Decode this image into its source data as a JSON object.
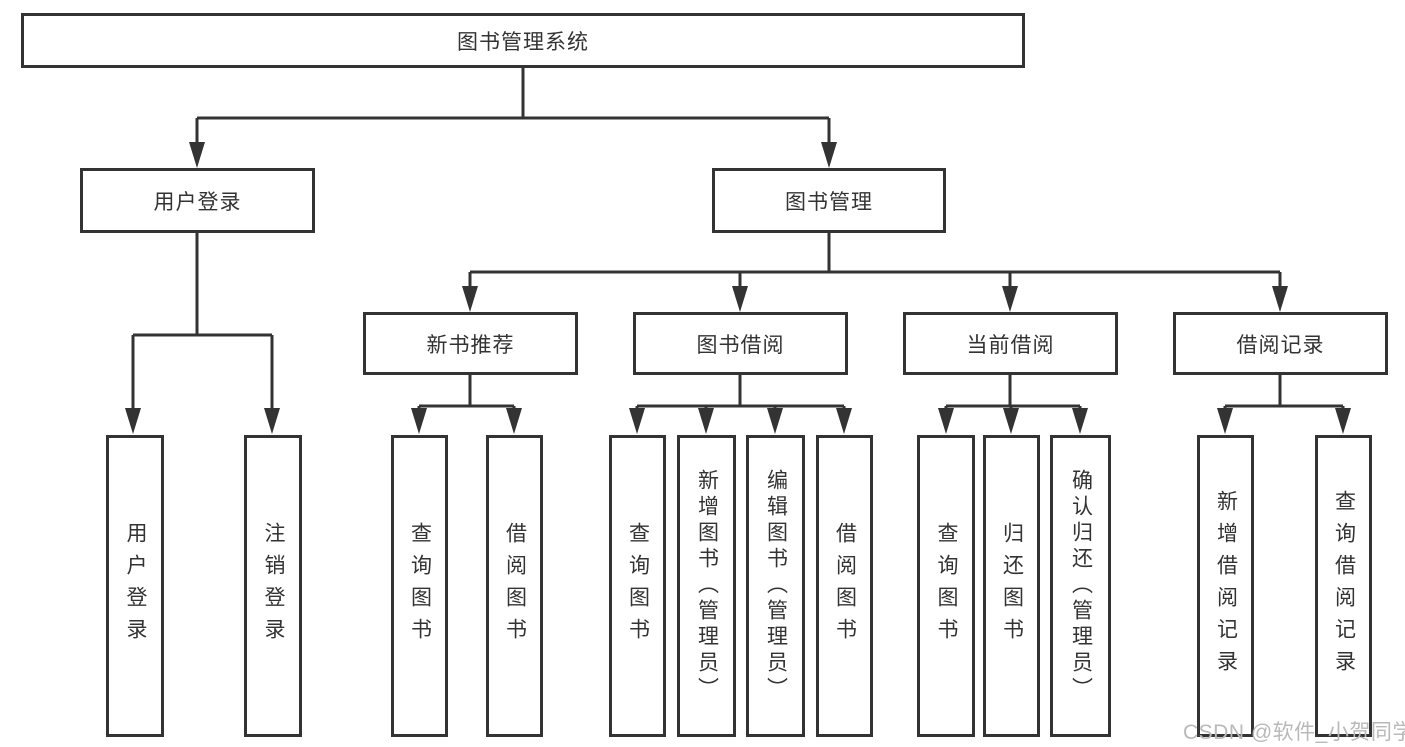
{
  "diagram": {
    "root": {
      "label": "图书管理系统"
    },
    "userLogin": {
      "label": "用户登录",
      "children": {
        "login": {
          "label": "用户登录"
        },
        "logout": {
          "label": "注销登录"
        }
      }
    },
    "bookMgmt": {
      "label": "图书管理",
      "children": {
        "newBooks": {
          "label": "新书推荐",
          "children": {
            "query": {
              "label": "查询图书"
            },
            "borrow": {
              "label": "借阅图书"
            }
          }
        },
        "bookBorrow": {
          "label": "图书借阅",
          "children": {
            "query": {
              "label": "查询图书"
            },
            "add": {
              "label": "新增图书（管理员）"
            },
            "edit": {
              "label": "编辑图书（管理员）"
            },
            "borrow": {
              "label": "借阅图书"
            }
          }
        },
        "currentBorrow": {
          "label": "当前借阅",
          "children": {
            "query": {
              "label": "查询图书"
            },
            "return": {
              "label": "归还图书"
            },
            "confirm": {
              "label": "确认归还（管理员）"
            }
          }
        },
        "borrowRecords": {
          "label": "借阅记录",
          "children": {
            "add": {
              "label": "新增借阅记录"
            },
            "query": {
              "label": "查询借阅记录"
            }
          }
        }
      }
    }
  },
  "watermark": {
    "text": "CSDN @软件_小贺同学"
  },
  "colors": {
    "line": "#333333",
    "text": "#333333",
    "background": "#ffffff",
    "watermark": "#b9b9b9"
  }
}
